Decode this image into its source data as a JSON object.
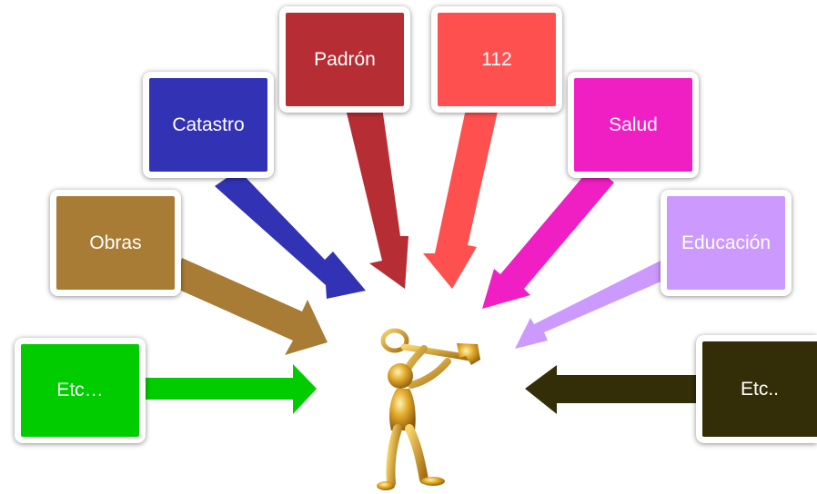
{
  "diagram": {
    "nodes": [
      {
        "id": "etc-left",
        "label": "Etc…",
        "color": "#00cc00"
      },
      {
        "id": "obras",
        "label": "Obras",
        "color": "#a87c34"
      },
      {
        "id": "catastro",
        "label": "Catastro",
        "color": "#3232b4"
      },
      {
        "id": "padron",
        "label": "Padrón",
        "color": "#b72d34"
      },
      {
        "id": "112",
        "label": "112",
        "color": "#ff5050"
      },
      {
        "id": "salud",
        "label": "Salud",
        "color": "#f01fc4"
      },
      {
        "id": "educacion",
        "label": "Educación",
        "color": "#cc99ff"
      },
      {
        "id": "etc-right",
        "label": "Etc..",
        "color": "#332e08"
      }
    ],
    "center": {
      "icon": "key-figure-icon",
      "figure_color": "#d99a1e"
    },
    "edge_direction": "inward"
  }
}
